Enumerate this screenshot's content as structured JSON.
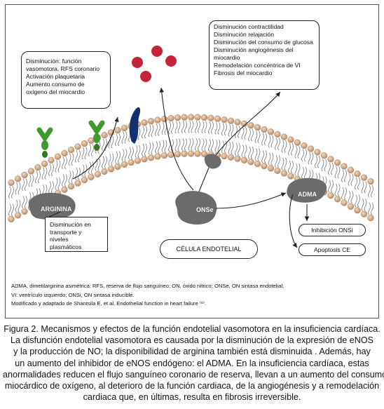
{
  "diagram": {
    "box_left": [
      "Disminución: función",
      "vasomotora, RFS coronario",
      "Activación plaquetaria",
      "Aumento consumo de",
      "oxígeno del miocardio"
    ],
    "box_right": [
      "Disminución contractilidad",
      "Disminución relajación",
      "Disminución del consumo de glucosa",
      "Disminución angiogénesis del",
      "miocardio",
      "Remodelación concéntrica de VI",
      "Fibrosis del miocardio"
    ],
    "box_transport": [
      "Disminución en",
      "transporte y",
      "niveles",
      "plasmáticos"
    ],
    "arginina_label": "ARGININA",
    "onse_label": "ONSe",
    "adma_label": "ADMA",
    "cell_label": "CÉLULA ENDOTELIAL",
    "inhibicion_label": "Inhibición ONSi",
    "apoptosis_label": "Apoptosis CE"
  },
  "abbreviations": [
    "ADMA, dimetilarginina asimétrica; RFS, reserva de flujo sanguíneo; ON, óxido nítrico; ONSe, ON sintasa endotelial;",
    "VI: ventrículo izquierdo; ONSi, ON sintasa inducible.",
    "Modificado y adaptado de Shantsila E, et al. Endothelial function in heart failure ⁽⁸⁾."
  ],
  "caption": [
    "Figura 2. Mecanismos y efectos de la función endotelial vasomotora en la insuficiencia cardíaca.",
    "La disfunción endotelial vasomotora es causada por la disminución de la expresión de eNOS",
    "y la producción de NO; la disponibilidad de arginina también está disminuida . Además, hay",
    "un aumento del inhibidor de eNOS endógeno: el ADMA. En la insuficiencia cardíaca, estas",
    "anormalidades reducen el flujo sanguíneo coronario de reserva, llevan a un aumento del consumo",
    "miocárdico de oxígeno, al deterioro de la  función cardiaca, de la angiogénesis y a remodelación",
    "cardiaca que, en últimas, resulta en fibrosis irreversible."
  ]
}
